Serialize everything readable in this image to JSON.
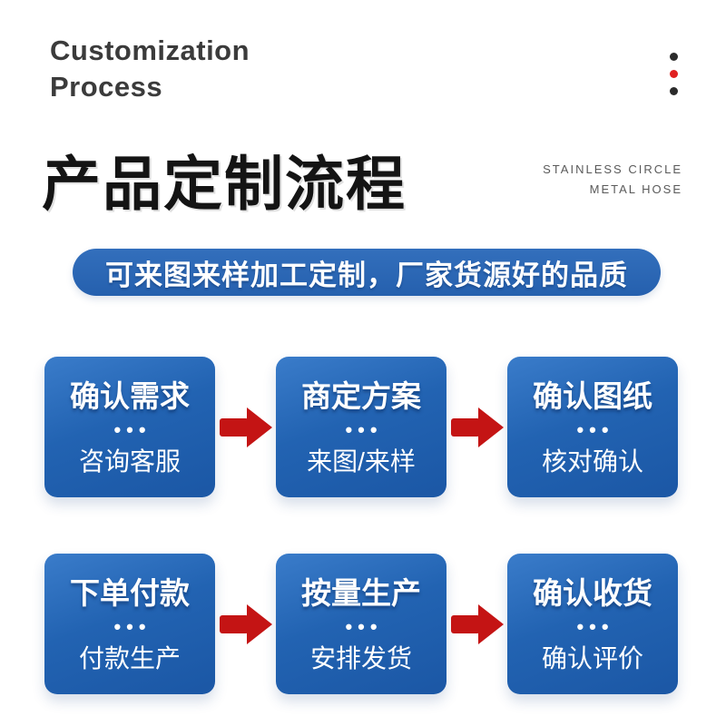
{
  "header": {
    "title_en_line1": "Customization",
    "title_en_line2": "Process",
    "title_cn": "产品定制流程",
    "tagline_line1": "STAINLESS CIRCLE",
    "tagline_line2": "METAL HOSE"
  },
  "banner": {
    "text": "可来图来样加工定制，厂家货源好的品质"
  },
  "steps": [
    {
      "title": "确认需求",
      "divider": "•••",
      "subtitle": "咨询客服"
    },
    {
      "title": "商定方案",
      "divider": "•••",
      "subtitle": "来图/来样"
    },
    {
      "title": "确认图纸",
      "divider": "•••",
      "subtitle": "核对确认"
    },
    {
      "title": "下单付款",
      "divider": "•••",
      "subtitle": "付款生产"
    },
    {
      "title": "按量生产",
      "divider": "•••",
      "subtitle": "安排发货"
    },
    {
      "title": "确认收货",
      "divider": "•••",
      "subtitle": "确认评价"
    }
  ],
  "colors": {
    "card_blue_light": "#3a7cca",
    "card_blue_dark": "#1b57a5",
    "banner_blue_light": "#336fbc",
    "banner_blue_dark": "#2560ae",
    "arrow_red": "#c41414",
    "dot_red": "#e02121",
    "dot_black": "#2b2b2b"
  }
}
